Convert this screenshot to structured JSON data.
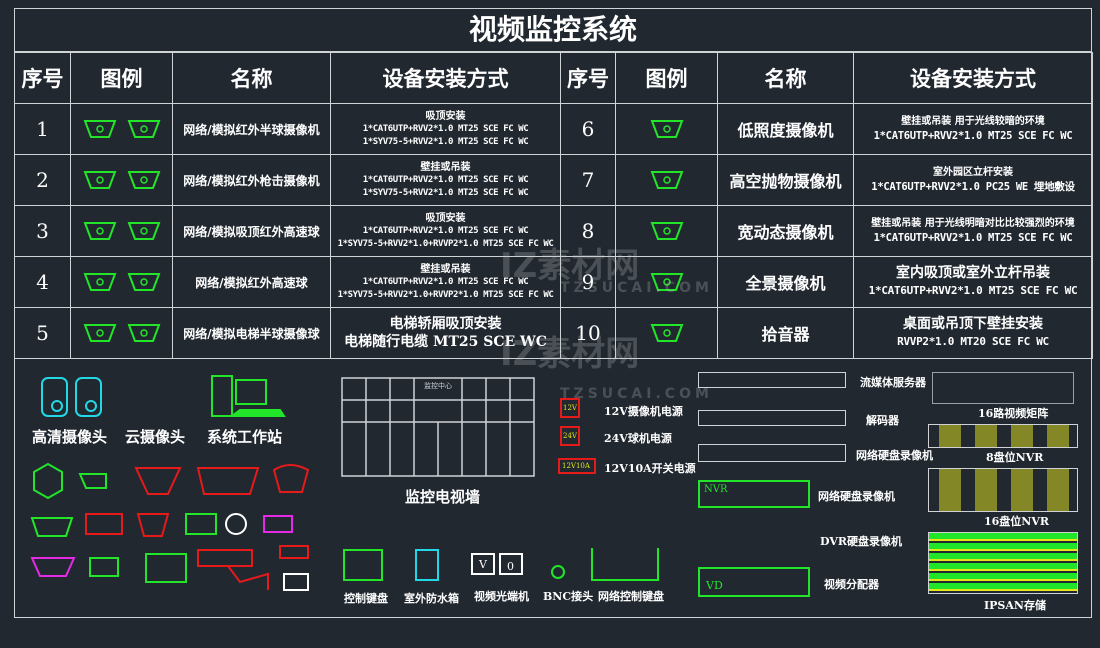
{
  "title": "视频监控系统",
  "headers": [
    "序号",
    "图例",
    "名称",
    "设备安装方式",
    "序号",
    "图例",
    "名称",
    "设备安装方式"
  ],
  "left_rows": [
    {
      "no": "1",
      "name": "网络/模拟红外半球摄像机",
      "spec": [
        "吸顶安装",
        "1*CAT6UTP+RVV2*1.0 MT25 SCE FC WC",
        "1*SYV75-5+RVV2*1.0 MT25 SCE FC WC"
      ]
    },
    {
      "no": "2",
      "name": "网络/模拟红外枪击摄像机",
      "spec": [
        "壁挂或吊装",
        "1*CAT6UTP+RVV2*1.0 MT25 SCE FC WC",
        "1*SYV75-5+RVV2*1.0 MT25 SCE FC WC"
      ]
    },
    {
      "no": "3",
      "name": "网络/模拟吸顶红外高速球",
      "spec": [
        "吸顶安装",
        "1*CAT6UTP+RVV2*1.0 MT25 SCE FC WC",
        "1*SYV75-5+RVV2*1.0+RVVP2*1.0 MT25 SCE FC WC"
      ]
    },
    {
      "no": "4",
      "name": "网络/模拟红外高速球",
      "spec": [
        "壁挂或吊装",
        "1*CAT6UTP+RVV2*1.0 MT25 SCE FC WC",
        "1*SYV75-5+RVV2*1.0+RVVP2*1.0 MT25 SCE FC WC"
      ]
    },
    {
      "no": "5",
      "name": "网络/模拟电梯半球摄像球",
      "spec": [
        "电梯轿厢吸顶安装",
        "电梯随行电缆 MT25 SCE WC"
      ]
    }
  ],
  "right_rows": [
    {
      "no": "6",
      "name": "低照度摄像机",
      "spec": [
        "壁挂或吊装 用于光线较暗的环境",
        "1*CAT6UTP+RVV2*1.0 MT25 SCE FC WC"
      ]
    },
    {
      "no": "7",
      "name": "高空抛物摄像机",
      "spec": [
        "室外园区立杆安装",
        "1*CAT6UTP+RVV2*1.0 PC25 WE 埋地敷设"
      ]
    },
    {
      "no": "8",
      "name": "宽动态摄像机",
      "spec": [
        "壁挂或吊装 用于光线明暗对比比较强烈的环境",
        "1*CAT6UTP+RVV2*1.0 MT25 SCE FC WC"
      ]
    },
    {
      "no": "9",
      "name": "全景摄像机",
      "spec": [
        "室内吸顶或室外立杆吊装",
        "1*CAT6UTP+RVV2*1.0 MT25 SCE FC WC"
      ]
    },
    {
      "no": "10",
      "name": "拾音器",
      "spec": [
        "桌面或吊顶下壁挂安装",
        "RVVP2*1.0 MT20 SCE FC WC"
      ]
    }
  ],
  "legend": {
    "hd_camera": "高清摄像头",
    "cloud_camera": "云摄像头",
    "workstation": "系统工作站",
    "tv_wall": "监控电视墙",
    "psu_12v": "12V摄像机电源",
    "psu_24v": "24V球机电源",
    "psu_12v10a": "12V10A开关电源",
    "control_keyboard": "控制键盘",
    "outdoor_box": "室外防水箱",
    "fiber_transceiver": "视频光端机",
    "bnc": "BNC接头",
    "net_keyboard": "网络控制键盘",
    "streaming_server": "流媒体服务器",
    "decoder": "解码器",
    "nvr1": "网络硬盘录像机",
    "nvr2": "网络硬盘录像机",
    "dvr": "DVR硬盘录像机",
    "video_distributor": "视频分配器",
    "matrix": "16路视频矩阵",
    "nvr8": "8盘位NVR",
    "nvr16": "16盘位NVR",
    "ipsan": "IPSAN存储",
    "tv_wall_sign": "监控中心",
    "psu_12v_tag": "12V",
    "psu_24v_tag": "24V",
    "psu_10a_tag": "12V10A",
    "nvr_tag": "NVR",
    "vd_tag": "VD",
    "v_tag": "V",
    "o_tag": "0"
  },
  "watermark": [
    "IZ素材网",
    "TZSUCAI.COM"
  ],
  "colors": {
    "bg": "#212830",
    "line": "#cfd3d6",
    "green": "#22e52a",
    "red": "#e51a1a",
    "cyan": "#22d8e5",
    "magenta": "#e52ae5",
    "yellow": "#e5e51a"
  }
}
